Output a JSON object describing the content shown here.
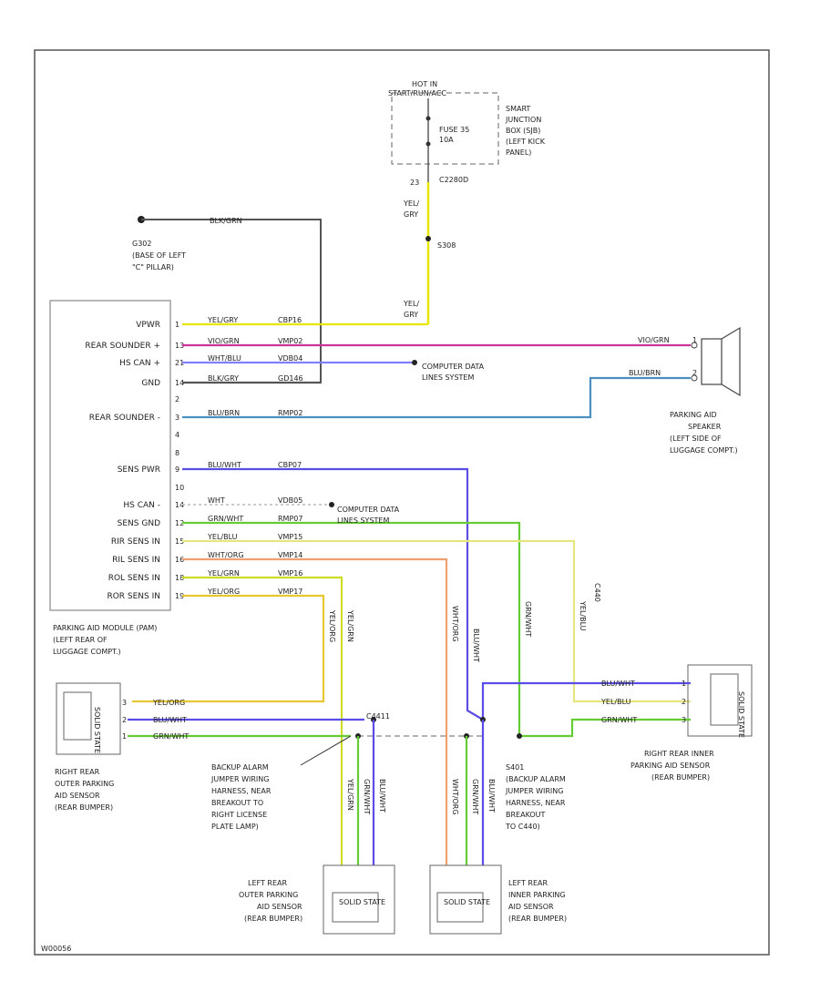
{
  "power": {
    "hot_in": "HOT IN",
    "hot_mode": "START/RUN/ACC",
    "fuse": "FUSE 35",
    "fuse_rating": "10A",
    "smart_junction": [
      "SMART",
      "JUNCTION",
      "BOX (SJB)",
      "(LEFT KICK",
      "PANEL)"
    ],
    "pin_23": "23",
    "connector_c2280": "C2280D",
    "wire_yel_gry_top": [
      "YEL/",
      "GRY"
    ],
    "splice_s308": "S308",
    "wire_yel_gry_bottom": [
      "YEL/",
      "GRY"
    ]
  },
  "ground": {
    "wire": "BLK/GRN",
    "g302": [
      "G302",
      "(BASE OF LEFT",
      "\"C\" PILLAR)"
    ]
  },
  "module": {
    "name": [
      "PARKING AID MODULE (PAM)",
      "(LEFT REAR OF",
      "LUGGAGE COMPT.)"
    ],
    "pins": [
      {
        "label": "VPWR",
        "pin": "1",
        "color": "YEL/GRY",
        "circuit": "CBP16",
        "hex": "#e6e600"
      },
      {
        "label": "REAR SOUNDER +",
        "pin": "13",
        "color": "VIO/GRN",
        "circuit": "VMP02",
        "hex": "#cc3399"
      },
      {
        "label": "HS CAN +",
        "pin": "21",
        "color": "WHT/BLU",
        "circuit": "VDB04",
        "hex": "#8080ff"
      },
      {
        "label": "GND",
        "pin": "14",
        "color": "BLK/GRY",
        "circuit": "GD146",
        "hex": "#555555"
      },
      {
        "label": "",
        "pin": "2",
        "color": "",
        "circuit": "",
        "hex": ""
      },
      {
        "label": "REAR SOUNDER -",
        "pin": "3",
        "color": "BLU/BRN",
        "circuit": "RMP02",
        "hex": "#4a8fc0"
      },
      {
        "label": "",
        "pin": "4",
        "color": "",
        "circuit": "",
        "hex": ""
      },
      {
        "label": "",
        "pin": "8",
        "color": "",
        "circuit": "",
        "hex": ""
      },
      {
        "label": "SENS PWR",
        "pin": "9",
        "color": "BLU/WHT",
        "circuit": "CBP07",
        "hex": "#5a4ce6"
      },
      {
        "label": "",
        "pin": "10",
        "color": "",
        "circuit": "",
        "hex": ""
      },
      {
        "label": "HS CAN -",
        "pin": "14",
        "color": "WHT",
        "circuit": "VDB05",
        "hex": "#bbbbbb"
      },
      {
        "label": "SENS GND",
        "pin": "12",
        "color": "GRN/WHT",
        "circuit": "RMP07",
        "hex": "#66cc33"
      },
      {
        "label": "RIR SENS IN",
        "pin": "15",
        "color": "YEL/BLU",
        "circuit": "VMP15",
        "hex": "#e6e680"
      },
      {
        "label": "RIL SENS IN",
        "pin": "16",
        "color": "WHT/ORG",
        "circuit": "VMP14",
        "hex": "#f0a070"
      },
      {
        "label": "ROL SENS IN",
        "pin": "18",
        "color": "YEL/GRN",
        "circuit": "VMP16",
        "hex": "#ccdd22"
      },
      {
        "label": "ROR SENS IN",
        "pin": "19",
        "color": "YEL/ORG",
        "circuit": "VMP17",
        "hex": "#e6c633"
      }
    ]
  },
  "computer_data_1": [
    "COMPUTER DATA",
    "LINES SYSTEM"
  ],
  "computer_data_2": [
    "COMPUTER DATA",
    "LINES SYSTEM"
  ],
  "speaker": {
    "name": [
      "PARKING AID",
      "SPEAKER",
      "(LEFT SIDE OF",
      "LUGGAGE COMPT.)"
    ],
    "wire_top": "VIO/GRN",
    "wire_bottom": "BLU/BRN",
    "pin_top": "1",
    "pin_bottom": "2"
  },
  "right_rear_outer": {
    "name": [
      "RIGHT REAR",
      "OUTER PARKING",
      "AID SENSOR",
      "(REAR BUMPER)"
    ],
    "body": "SOLID STATE",
    "wires": [
      "YEL/ORG",
      "BLU/WHT",
      "GRN/WHT"
    ],
    "pins": [
      "3",
      "2",
      "1"
    ]
  },
  "right_rear_inner": {
    "name": [
      "RIGHT REAR INNER",
      "PARKING AID SENSOR",
      "(REAR BUMPER)"
    ],
    "body": "SOLID STATE",
    "wires": [
      "BLU/WHT",
      "YEL/BLU",
      "GRN/WHT"
    ],
    "pins": [
      "1",
      "2",
      "3"
    ]
  },
  "left_rear_outer": {
    "name": [
      "LEFT REAR",
      "OUTER PARKING",
      "AID SENSOR",
      "(REAR BUMPER)"
    ],
    "body": "SOLID STATE",
    "wires": [
      "YEL/GRN",
      "GRN/WHT",
      "BLU/WHT"
    ]
  },
  "left_rear_inner": {
    "name": [
      "LEFT REAR",
      "INNER PARKING",
      "AID SENSOR",
      "(REAR BUMPER)"
    ],
    "body": "SOLID STATE",
    "wires": [
      "WHT/ORG",
      "GRN/WHT",
      "BLU/WHT"
    ]
  },
  "backup_alarm_1": [
    "BACKUP ALARM",
    "JUMPER WIRING",
    "HARNESS, NEAR",
    "BREAKOUT TO",
    "RIGHT LICENSE",
    "PLATE LAMP)"
  ],
  "backup_alarm_1_conn": "C4411",
  "backup_alarm_2": [
    "S401",
    "(BACKUP ALARM",
    "JUMPER WIRING",
    "HARNESS, NEAR",
    "BREAKOUT",
    "TO C440)"
  ],
  "wire_labels": {
    "ror_vert": "YEL/ORG",
    "rol_vert": "YEL/GRN",
    "ril_vert": "WHT/ORG",
    "sens_pwr_vert": "BLU/WHT",
    "gnd_vert": "GRN/WHT",
    "rir_vert": "YEL/BLU",
    "c440_top": "C440",
    "lo1": "YEL/GRN",
    "lo2": "GRN/WHT",
    "lo3": "BLU/WHT",
    "li1": "WHT/ORG",
    "li2": "GRN/WHT",
    "li3": "BLU/WHT"
  },
  "footer_code": "W00056"
}
